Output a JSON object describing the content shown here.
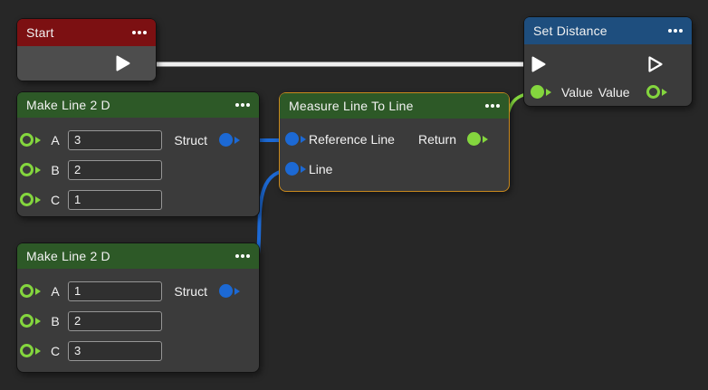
{
  "colors": {
    "canvas_bg": "#272727",
    "node_body": "#3b3b3b",
    "node_body_light": "#4d4d4d",
    "header_red": "#7c1012",
    "header_blue": "#1e4e7e",
    "header_green": "#2d5927",
    "pin_green": "#84d63e",
    "pin_blue": "#1c69d4",
    "wire_exec": "#efefef",
    "selection_orange": "#c9891d",
    "field_bg": "#303030",
    "field_border": "#969696",
    "text": "#f2f2f2"
  },
  "nodes": {
    "start": {
      "title": "Start"
    },
    "set_distance": {
      "title": "Set Distance",
      "value_in": "Value",
      "value_out": "Value"
    },
    "make_line_top": {
      "title": "Make Line 2 D",
      "struct": "Struct",
      "rows": [
        {
          "label": "A",
          "value": "3"
        },
        {
          "label": "B",
          "value": "2"
        },
        {
          "label": "C",
          "value": "1"
        }
      ]
    },
    "measure": {
      "title": "Measure Line To Line",
      "input1": "Reference Line",
      "input2": "Line",
      "output": "Return"
    },
    "make_line_bottom": {
      "title": "Make Line 2 D",
      "struct": "Struct",
      "rows": [
        {
          "label": "A",
          "value": "1"
        },
        {
          "label": "B",
          "value": "2"
        },
        {
          "label": "C",
          "value": "3"
        }
      ]
    }
  }
}
